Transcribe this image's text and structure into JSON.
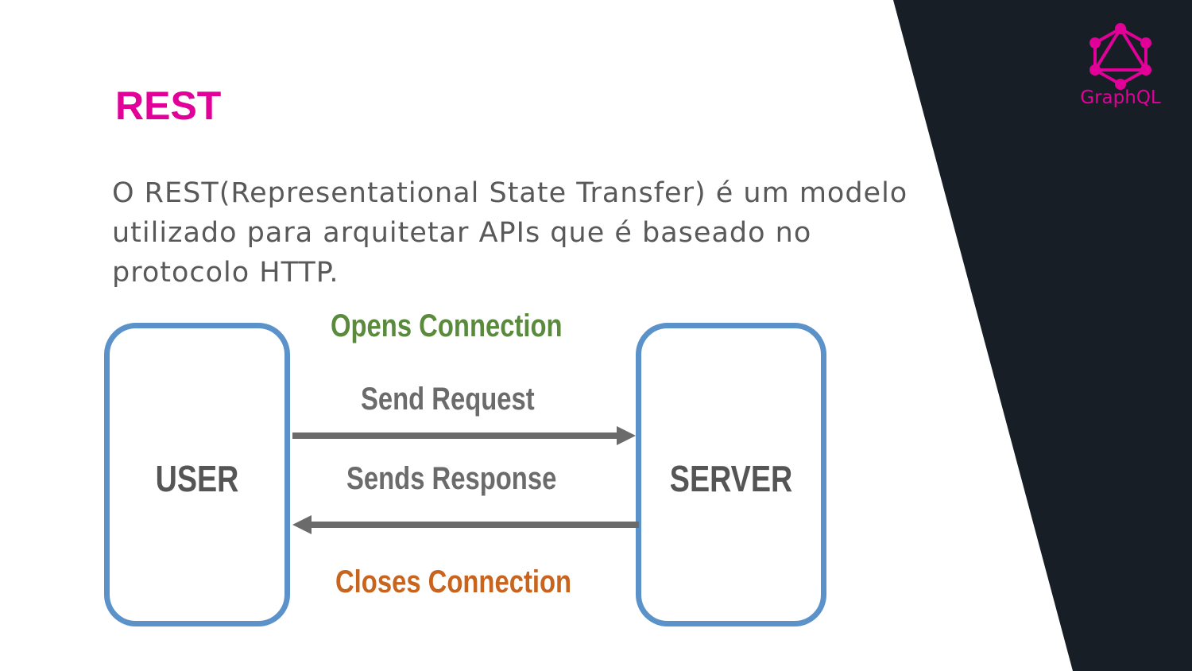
{
  "slide": {
    "title": "REST",
    "body": "O REST(Representational State Transfer) é um modelo utilizado para arquitetar APIs que é baseado no protocolo HTTP.",
    "logo_text": "GraphQL"
  },
  "diagram": {
    "user_label": "USER",
    "server_label": "SERVER",
    "opens": "Opens Connection",
    "request": "Send Request",
    "response": "Sends Response",
    "closes": "Closes Connection"
  },
  "colors": {
    "brand": "#e10098",
    "dark_panel": "#171e26",
    "box_border": "#5b92c9",
    "opens": "#5a8a3c",
    "closes": "#c8641e",
    "arrow": "#6b6b6b"
  },
  "icons": {
    "logo": "graphql-logo-icon"
  }
}
